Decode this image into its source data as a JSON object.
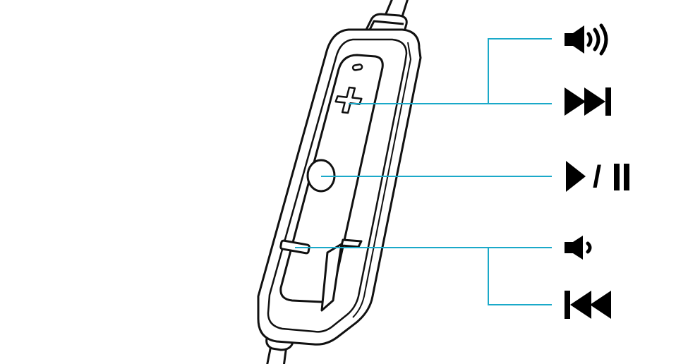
{
  "remote": {
    "body_fill": "#ffffff",
    "outline_color": "#111111",
    "leader_line_color": "#1aa9c9"
  },
  "buttons": [
    {
      "id": "plus",
      "icon": "plus-icon"
    },
    {
      "id": "center",
      "icon": "circle-button-icon"
    },
    {
      "id": "minus",
      "icon": "minus-icon"
    }
  ],
  "functions": [
    {
      "id": "volume-up",
      "icon": "speaker-loud-icon"
    },
    {
      "id": "next-track",
      "icon": "skip-forward-icon"
    },
    {
      "id": "play-pause",
      "icon": "play-pause-icon",
      "separator": "/"
    },
    {
      "id": "volume-down",
      "icon": "speaker-quiet-icon"
    },
    {
      "id": "previous-track",
      "icon": "skip-back-icon"
    }
  ]
}
